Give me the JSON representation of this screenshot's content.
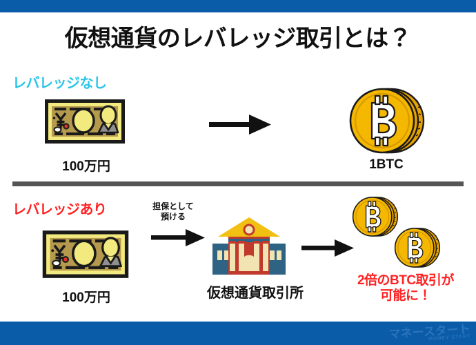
{
  "meta": {
    "title": "仮想通貨のレバレッジ取引とは？",
    "brand_bar_color": "#0a5ba8",
    "accent_cyan": "#29c5e8",
    "accent_red": "#ff2222",
    "divider_color": "#555555",
    "coin_gold": "#f5b800",
    "bill_gold": "#b59a4d"
  },
  "watermark": {
    "jp": "マネースタート",
    "en": "MONEY START"
  },
  "sections": {
    "no_leverage": {
      "label": "レバレッジなし",
      "money_caption": "100万円",
      "money_icon": "banknote-icon",
      "arrow_icon": "arrow-right-icon",
      "result_icon": "bitcoin-coin-icon",
      "result_caption": "1BTC"
    },
    "with_leverage": {
      "label": "レバレッジあり",
      "money_caption": "100万円",
      "money_icon": "banknote-icon",
      "arrow_note_line1": "担保として",
      "arrow_note_line2": "預ける",
      "arrow_icon": "arrow-right-icon",
      "exchange_icon": "exchange-building-icon",
      "exchange_caption": "仮想通貨取引所",
      "arrow2_icon": "arrow-right-icon",
      "result_icon": "bitcoin-coin-icon",
      "result_line1": "2倍のBTC取引が",
      "result_line2": "可能に！"
    }
  }
}
